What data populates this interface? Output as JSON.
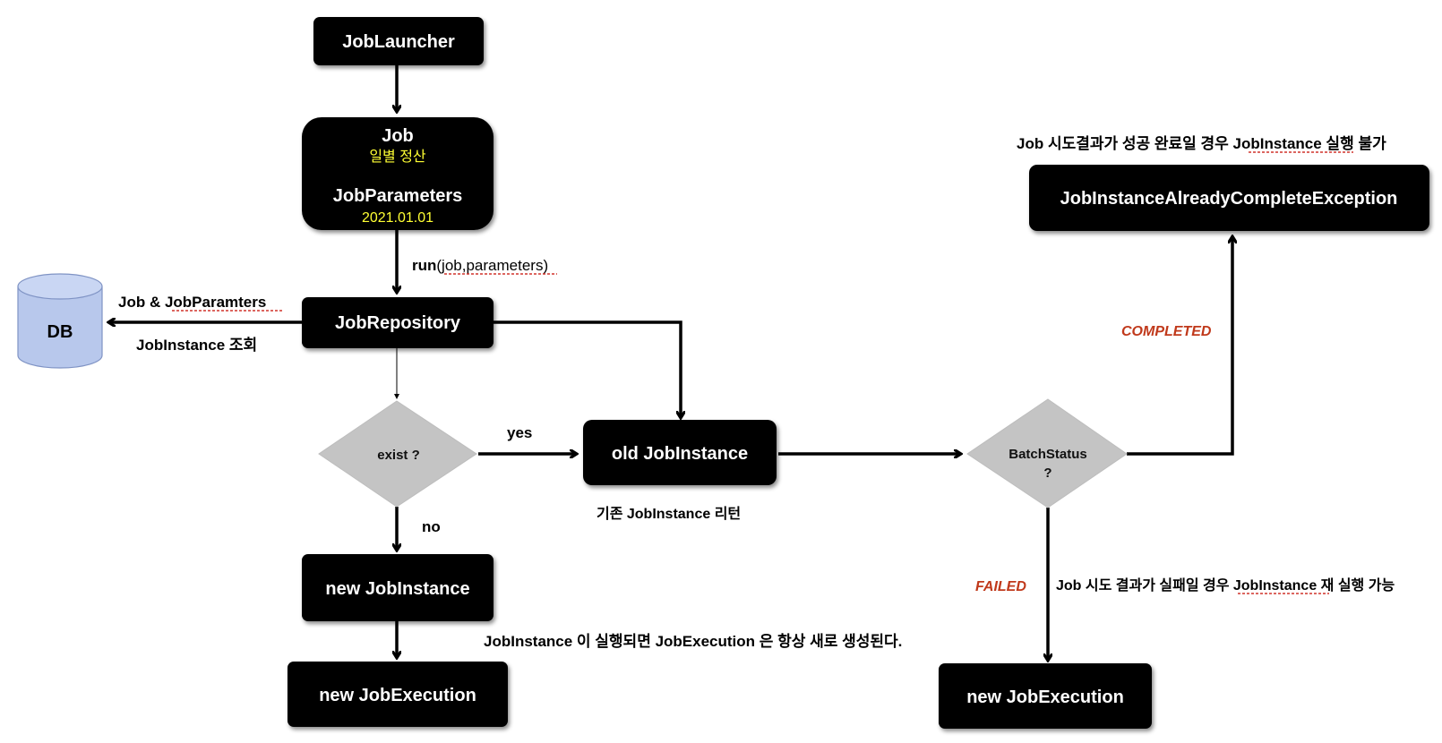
{
  "nodes": {
    "job_launcher": "JobLauncher",
    "job": {
      "title": "Job",
      "subtitle": "일별 정산",
      "params_title": "JobParameters",
      "params_value": "2021.01.01"
    },
    "job_repository": "JobRepository",
    "db": "DB",
    "exist_decision": "exist ?",
    "old_job_instance": "old JobInstance",
    "new_job_instance": "new JobInstance",
    "new_job_execution_left": "new JobExecution",
    "batch_status": {
      "line1": "BatchStatus",
      "line2": "?"
    },
    "already_complete_exception": "JobInstanceAlreadyCompleteException",
    "new_job_execution_right": "new JobExecution"
  },
  "labels": {
    "run_prefix": "run",
    "run_args": "(job,parameters)",
    "db_query_top": "Job & JobParamters",
    "db_query_bottom": "JobInstance 조회",
    "yes": "yes",
    "no": "no",
    "return_existing": "기존 JobInstance 리턴",
    "always_new_execution": "JobInstance 이 실행되면 JobExecution 은 항상 새로 생성된다.",
    "completed": "COMPLETED",
    "failed": "FAILED",
    "cannot_rerun": "Job 시도결과가 성공 완료일 경우 JobInstance 실행 불가",
    "can_rerun": "Job 시도 결과가 실패일 경우 JobInstance 재 실행 가능"
  },
  "colors": {
    "box_fill": "#000000",
    "box_text": "#ffffff",
    "highlight_text": "#ffff33",
    "decision_fill": "#c4c4c4",
    "db_fill": "#b8c8ec",
    "status_text": "#c0391b"
  }
}
